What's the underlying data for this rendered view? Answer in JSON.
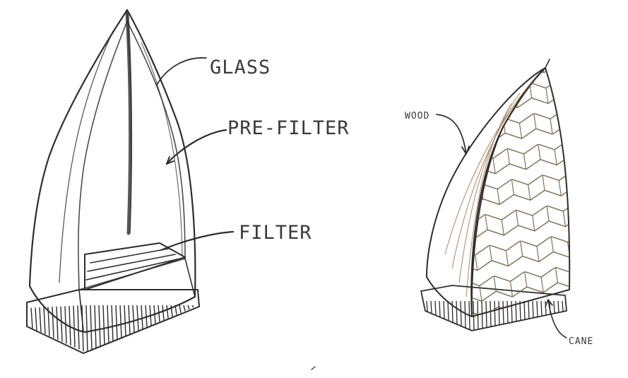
{
  "labels": {
    "glass": "GLASS",
    "pre_filter": "PRE-FILTER",
    "filter": "FILTER",
    "wood": "WOOD",
    "cane": "CANE"
  },
  "colors": {
    "paper": "#ffffff",
    "pencil": "#2e2e2e",
    "glass_shell": "#e4e4e4",
    "pre_filter_mesh": "#7a7a7a",
    "filter_blue": "#3f7fb2",
    "wood": "#c98a3e",
    "cane": "#e3cd78"
  }
}
